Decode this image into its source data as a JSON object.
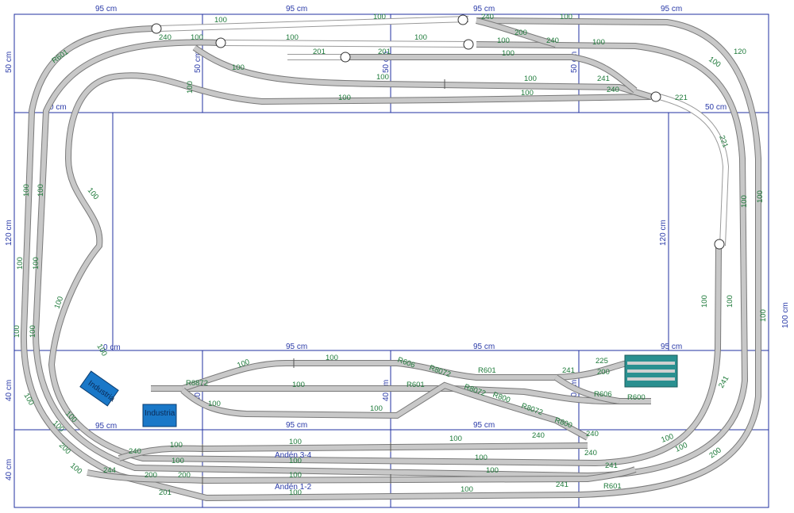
{
  "dimensions": {
    "w95": "95 cm",
    "h50": "50 cm",
    "w50": "50 cm",
    "h120": "120 cm",
    "h40": "40 cm",
    "half40": "40 cm",
    "cut": "0 cm",
    "side": "100 cm"
  },
  "platforms": {
    "upper": "Andén 3-4",
    "lower": "Andén 1-2"
  },
  "industry": {
    "rotated": "Industria",
    "straight": "Industria"
  },
  "pieces": {
    "p100": "100",
    "p240": "240",
    "p241": "241",
    "p200": "200",
    "p201": "201",
    "p221": "221",
    "p225": "225",
    "p244": "244",
    "p120": "120",
    "r601": "R601",
    "r606": "R606",
    "r600": "R600",
    "r8072": "R8072",
    "r800": "R800",
    "r888": "R8872"
  }
}
